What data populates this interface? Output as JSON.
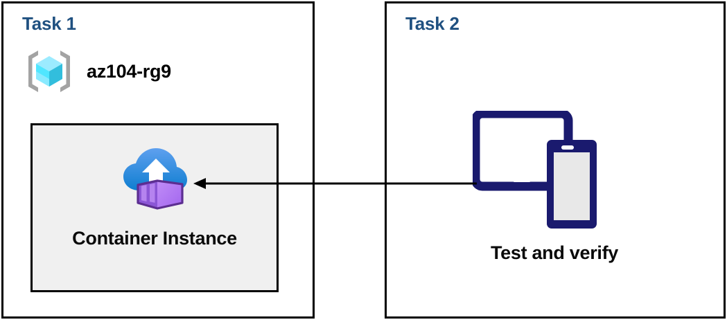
{
  "diagram": {
    "title": "Azure Container Instance task diagram",
    "background": "#ffffff"
  },
  "colors": {
    "task_label": "#1F5080",
    "panel_border": "#000000",
    "inner_box_fill": "#f0f0f0",
    "arrow": "#000000",
    "device_navy": "#1a1a6e",
    "device_screen": "#e8e8e8",
    "resource_group_cube": "#50E6FF",
    "resource_group_bracket": "#A3A3A3",
    "cloud_blue_light": "#5EA0EF",
    "cloud_blue_dark": "#0078D4",
    "container_purple_light": "#B77AF4",
    "container_purple_dark": "#5C2E91"
  },
  "panels": [
    {
      "id": "task1",
      "label": "Task 1",
      "resource_group": {
        "name": "az104-rg9",
        "icon": "resource-group-icon"
      },
      "resource": {
        "label": "Container Instance",
        "icon": "container-instance-icon"
      }
    },
    {
      "id": "task2",
      "label": "Task 2",
      "action": {
        "label": "Test and verify",
        "icon": "devices-icon"
      }
    }
  ],
  "connector": {
    "name": "arrow-task2-to-container-instance",
    "direction": "right-to-left",
    "head": "left"
  }
}
